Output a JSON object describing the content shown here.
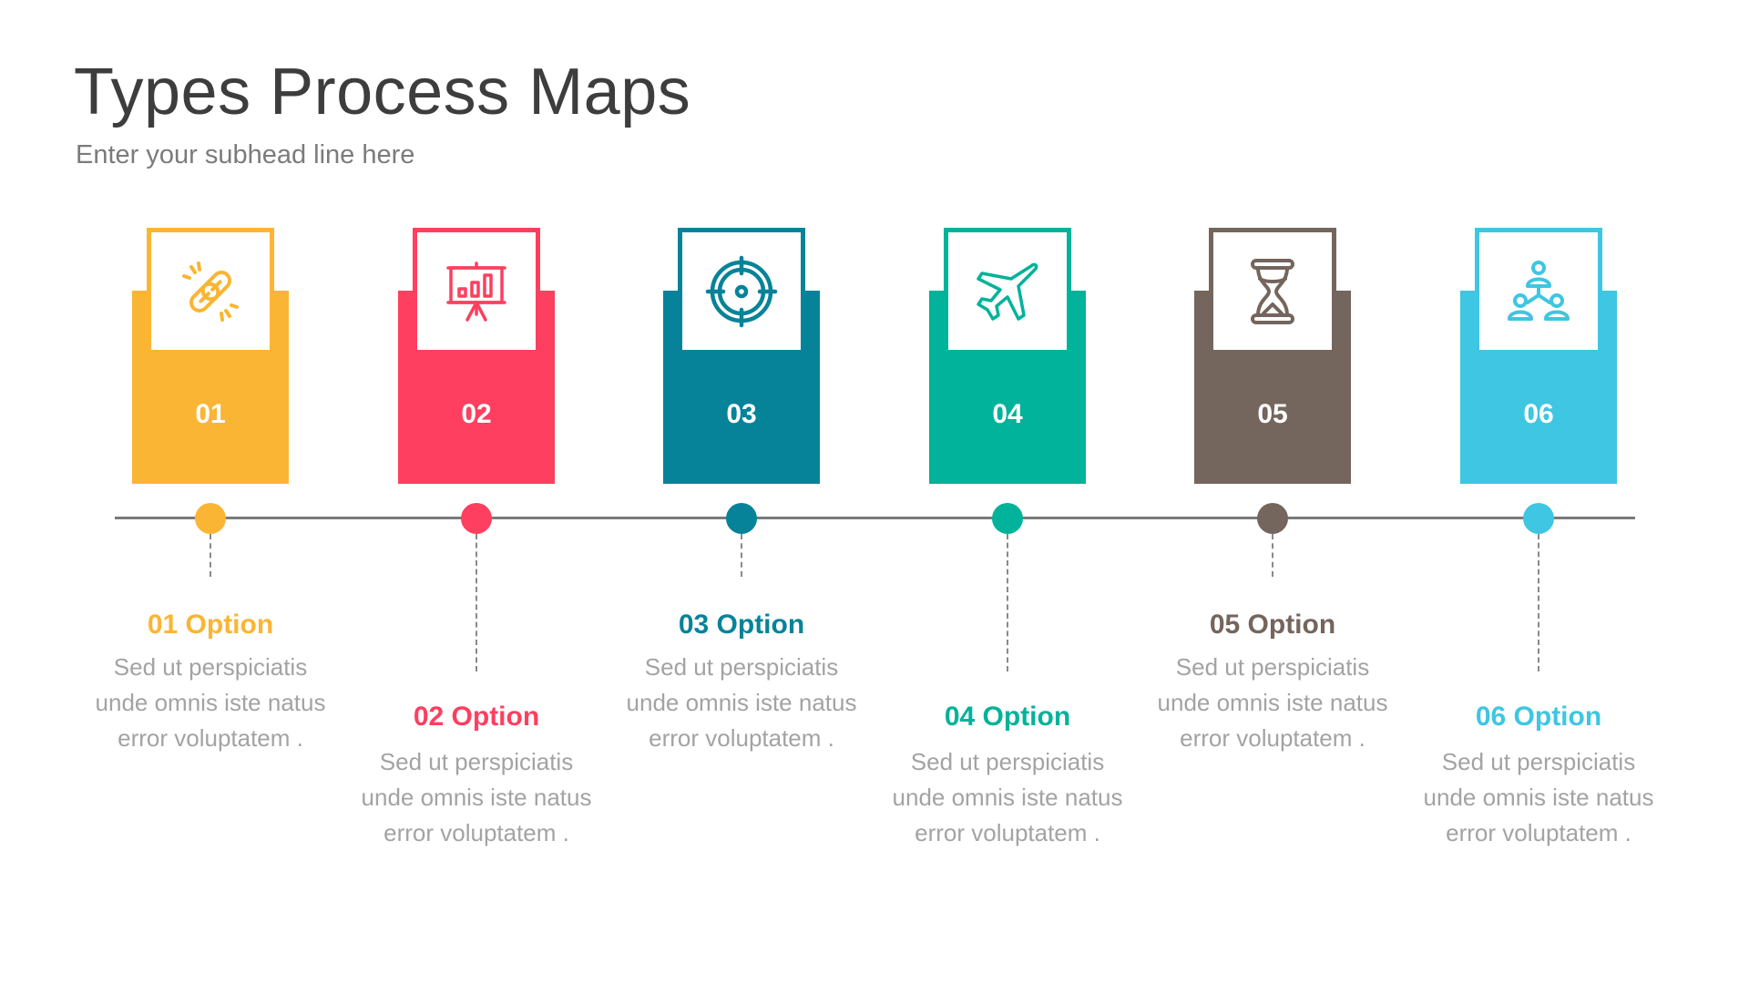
{
  "header": {
    "title": "Types Process Maps",
    "subhead": "Enter your subhead line here"
  },
  "colors": {
    "timeline_line": "#7a7a7a",
    "body_text": "#a3a3a3",
    "title_text": "#3d3d3d",
    "subhead_text": "#7b7b7b"
  },
  "steps": [
    {
      "number": "01",
      "title": "01 Option",
      "icon": "broken-link-icon",
      "color": "#fbb534",
      "body": [
        "Sed ut perspiciatis",
        "unde omnis iste natus",
        "error voluptatem ."
      ]
    },
    {
      "number": "02",
      "title": "02 Option",
      "icon": "presentation-chart-icon",
      "color": "#fe3f5f",
      "body": [
        "Sed ut perspiciatis",
        "unde omnis iste natus",
        "error voluptatem ."
      ]
    },
    {
      "number": "03",
      "title": "03 Option",
      "icon": "target-icon",
      "color": "#068399",
      "body": [
        "Sed ut perspiciatis",
        "unde omnis iste natus",
        "error voluptatem ."
      ]
    },
    {
      "number": "04",
      "title": "04 Option",
      "icon": "airplane-icon",
      "color": "#00b39a",
      "body": [
        "Sed ut perspiciatis",
        "unde omnis iste natus",
        "error voluptatem ."
      ]
    },
    {
      "number": "05",
      "title": "05 Option",
      "icon": "hourglass-icon",
      "color": "#74655d",
      "body": [
        "Sed ut perspiciatis",
        "unde omnis iste natus",
        "error voluptatem ."
      ]
    },
    {
      "number": "06",
      "title": "06 Option",
      "icon": "team-hierarchy-icon",
      "color": "#3ec6e2",
      "body": [
        "Sed ut perspiciatis",
        "unde omnis iste natus",
        "error voluptatem ."
      ]
    }
  ]
}
